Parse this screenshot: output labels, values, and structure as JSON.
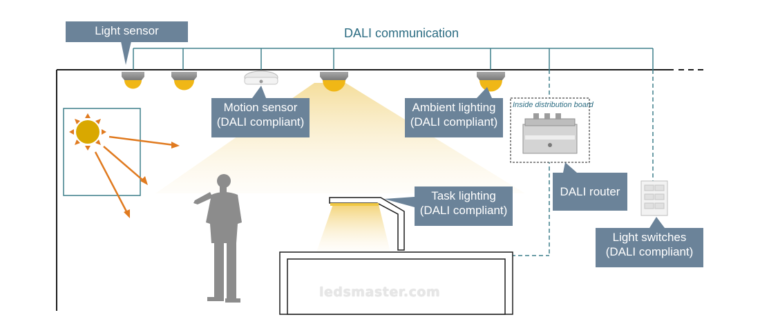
{
  "title": "DALI communication",
  "labels": {
    "light_sensor": "Light sensor",
    "motion_sensor": [
      "Motion sensor",
      "(DALI compliant)"
    ],
    "ambient_lighting": [
      "Ambient lighting",
      "(DALI compliant)"
    ],
    "task_lighting": [
      "Task lighting",
      "(DALI compliant)"
    ],
    "dali_router": "DALI router",
    "light_switches": [
      "Light switches",
      "(DALI compliant)"
    ],
    "distribution_board": "Inside distribution board"
  },
  "watermark": "ledsmaster.com",
  "colors": {
    "callout_bg": "#6b8399",
    "bus_line": "#3d7f8a",
    "sun": "#d9a800",
    "sun_rays": "#e07a1f",
    "light_beam": "#f6e2b0",
    "person": "#8c8c8c"
  }
}
